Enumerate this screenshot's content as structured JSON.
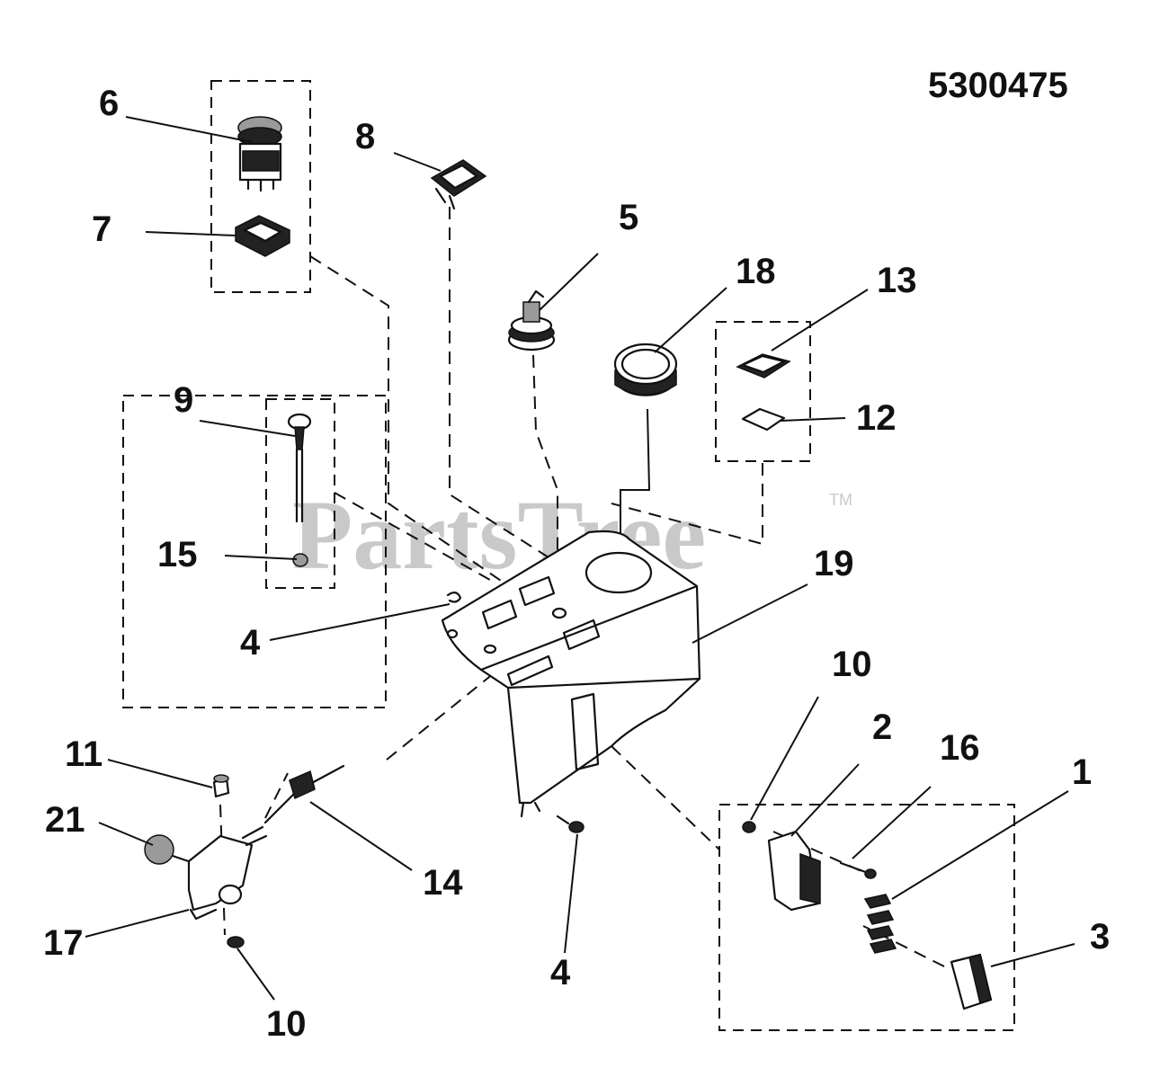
{
  "drawing": {
    "part_number": "5300475",
    "watermark": "PartsTree",
    "trademark": "TM"
  },
  "callouts": [
    {
      "id": "c6",
      "label": "6"
    },
    {
      "id": "c7",
      "label": "7"
    },
    {
      "id": "c8",
      "label": "8"
    },
    {
      "id": "c5",
      "label": "5"
    },
    {
      "id": "c18",
      "label": "18"
    },
    {
      "id": "c13",
      "label": "13"
    },
    {
      "id": "c12",
      "label": "12"
    },
    {
      "id": "c9",
      "label": "9"
    },
    {
      "id": "c15",
      "label": "15"
    },
    {
      "id": "c19",
      "label": "19"
    },
    {
      "id": "c4a",
      "label": "4"
    },
    {
      "id": "c10a",
      "label": "10"
    },
    {
      "id": "c2",
      "label": "2"
    },
    {
      "id": "c16",
      "label": "16"
    },
    {
      "id": "c1",
      "label": "1"
    },
    {
      "id": "c11",
      "label": "11"
    },
    {
      "id": "c21",
      "label": "21"
    },
    {
      "id": "c14",
      "label": "14"
    },
    {
      "id": "c17",
      "label": "17"
    },
    {
      "id": "c10b",
      "label": "10"
    },
    {
      "id": "c4b",
      "label": "4"
    },
    {
      "id": "c3",
      "label": "3"
    }
  ]
}
